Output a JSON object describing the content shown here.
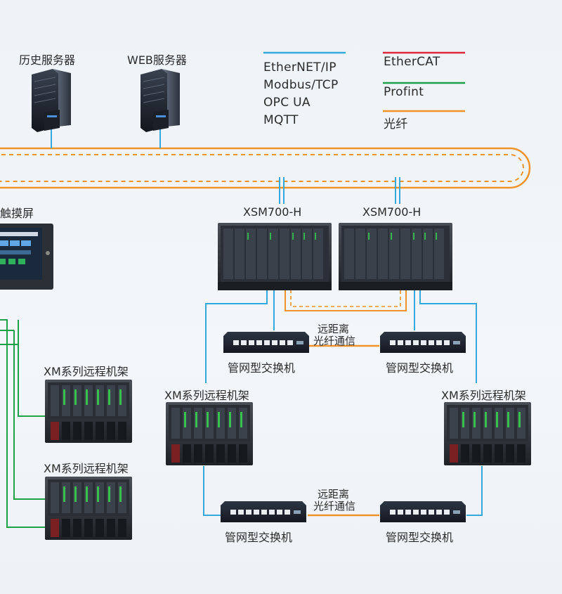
{
  "colors": {
    "ethernet": "#35a8dc",
    "ethercat": "#e0283c",
    "profinet": "#1fa04a",
    "fiber": "#f0932b"
  },
  "servers": {
    "history": "历史服务器",
    "web": "WEB服务器"
  },
  "legend": {
    "ethernet_protocols": [
      "EtherNET/IP",
      "Modbus/TCP",
      "OPC UA",
      "MQTT"
    ],
    "ethercat": "EtherCAT",
    "profinet": "Profint",
    "fiber": "光纤"
  },
  "touchscreen": {
    "label": "触摸屏"
  },
  "controllers": [
    {
      "label": "XSM700-H"
    },
    {
      "label": "XSM700-H"
    }
  ],
  "switches": {
    "top_left": "管网型交换机",
    "top_right": "管网型交换机",
    "bottom_left": "管网型交换机",
    "bottom_right": "管网型交换机"
  },
  "fiber_links": {
    "top": [
      "远距离",
      "光纤通信"
    ],
    "bottom": [
      "远距离",
      "光纤通信"
    ]
  },
  "racks": {
    "left_upper": "XM系列远程机架",
    "left_lower": "XM系列远程机架",
    "center": "XM系列远程机架",
    "right": "XM系列远程机架"
  }
}
